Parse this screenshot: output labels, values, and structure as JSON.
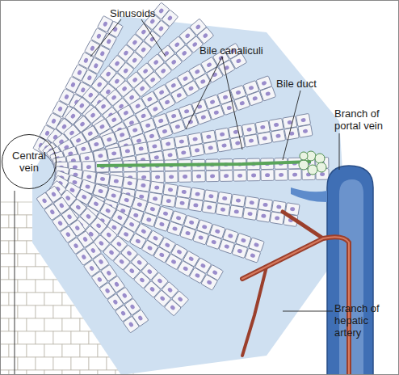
{
  "diagram": {
    "nodes": [
      {
        "text": [
          "Central vein"
        ]
      }
    ],
    "labels": [
      "Sinusoids",
      "Bile canaliculi",
      "Bile duct",
      "Branch of portal vein",
      "Branch of hepatic artery"
    ]
  }
}
